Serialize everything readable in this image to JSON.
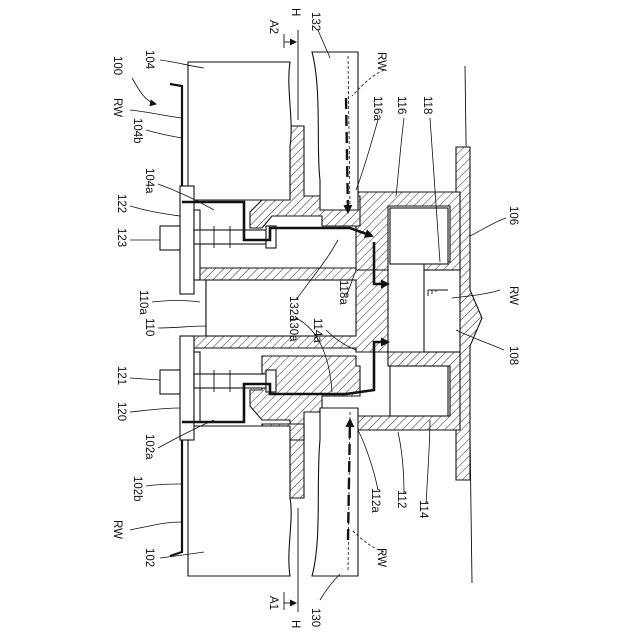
{
  "figure": {
    "labels": {
      "r100": "100",
      "rw_top_left": "RW",
      "r104": "104",
      "r104b": "104b",
      "r104a": "104a",
      "r122": "122",
      "r123": "123",
      "r110a": "110a",
      "r110": "110",
      "r121": "121",
      "r120": "120",
      "r102a": "102a",
      "r102b": "102b",
      "rw_bottom_left": "RW",
      "r102": "102",
      "a2": "A2",
      "h_top": "H",
      "r132": "132",
      "rw_top_mid": "RW",
      "r116a": "116a",
      "r116": "116",
      "r118": "118",
      "r132a": "132a",
      "r118a": "118a",
      "r130a": "130a",
      "r114a": "114a",
      "r112a": "112a",
      "r112": "112",
      "r114": "114",
      "rw_bottom_mid": "RW",
      "a1": "A1",
      "h_bottom": "H",
      "r130": "130",
      "r106": "106",
      "rw_right": "RW",
      "r108": "108"
    }
  }
}
